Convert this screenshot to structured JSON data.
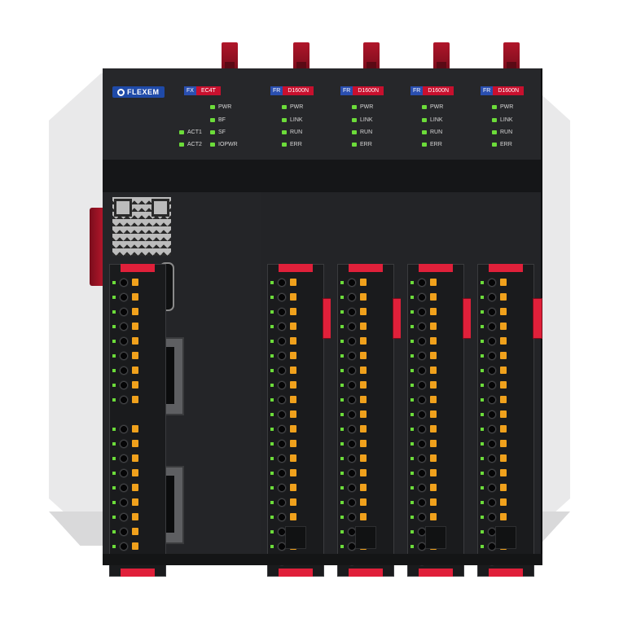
{
  "brand": {
    "name": "FLEXEM"
  },
  "head_module": {
    "prefix": "FX",
    "model": "EC4T",
    "leds_right": [
      "PWR",
      "BF",
      "SF",
      "IOPWR"
    ],
    "leds_left": [
      "ACT1",
      "ACT2"
    ]
  },
  "io_modules": [
    {
      "prefix": "FR",
      "model": "D1600N",
      "leds": [
        "PWR",
        "LINK",
        "RUN",
        "ERR"
      ]
    },
    {
      "prefix": "FR",
      "model": "D1600N",
      "leds": [
        "PWR",
        "LINK",
        "RUN",
        "ERR"
      ]
    },
    {
      "prefix": "FR",
      "model": "D1600N",
      "leds": [
        "PWR",
        "LINK",
        "RUN",
        "ERR"
      ]
    },
    {
      "prefix": "FR",
      "model": "D1600N",
      "leds": [
        "PWR",
        "LINK",
        "RUN",
        "ERR"
      ]
    }
  ],
  "colors": {
    "housing": "#1e1f22",
    "accent_red": "#e0203a",
    "clip_red": "#b0162a",
    "led_green": "#6cdc3a",
    "lever_orange": "#f0a11c",
    "brand_blue": "#1f4aa8"
  },
  "icons": [
    "qr-code-icon",
    "usb-c-port-icon",
    "ethernet-port-icon"
  ]
}
